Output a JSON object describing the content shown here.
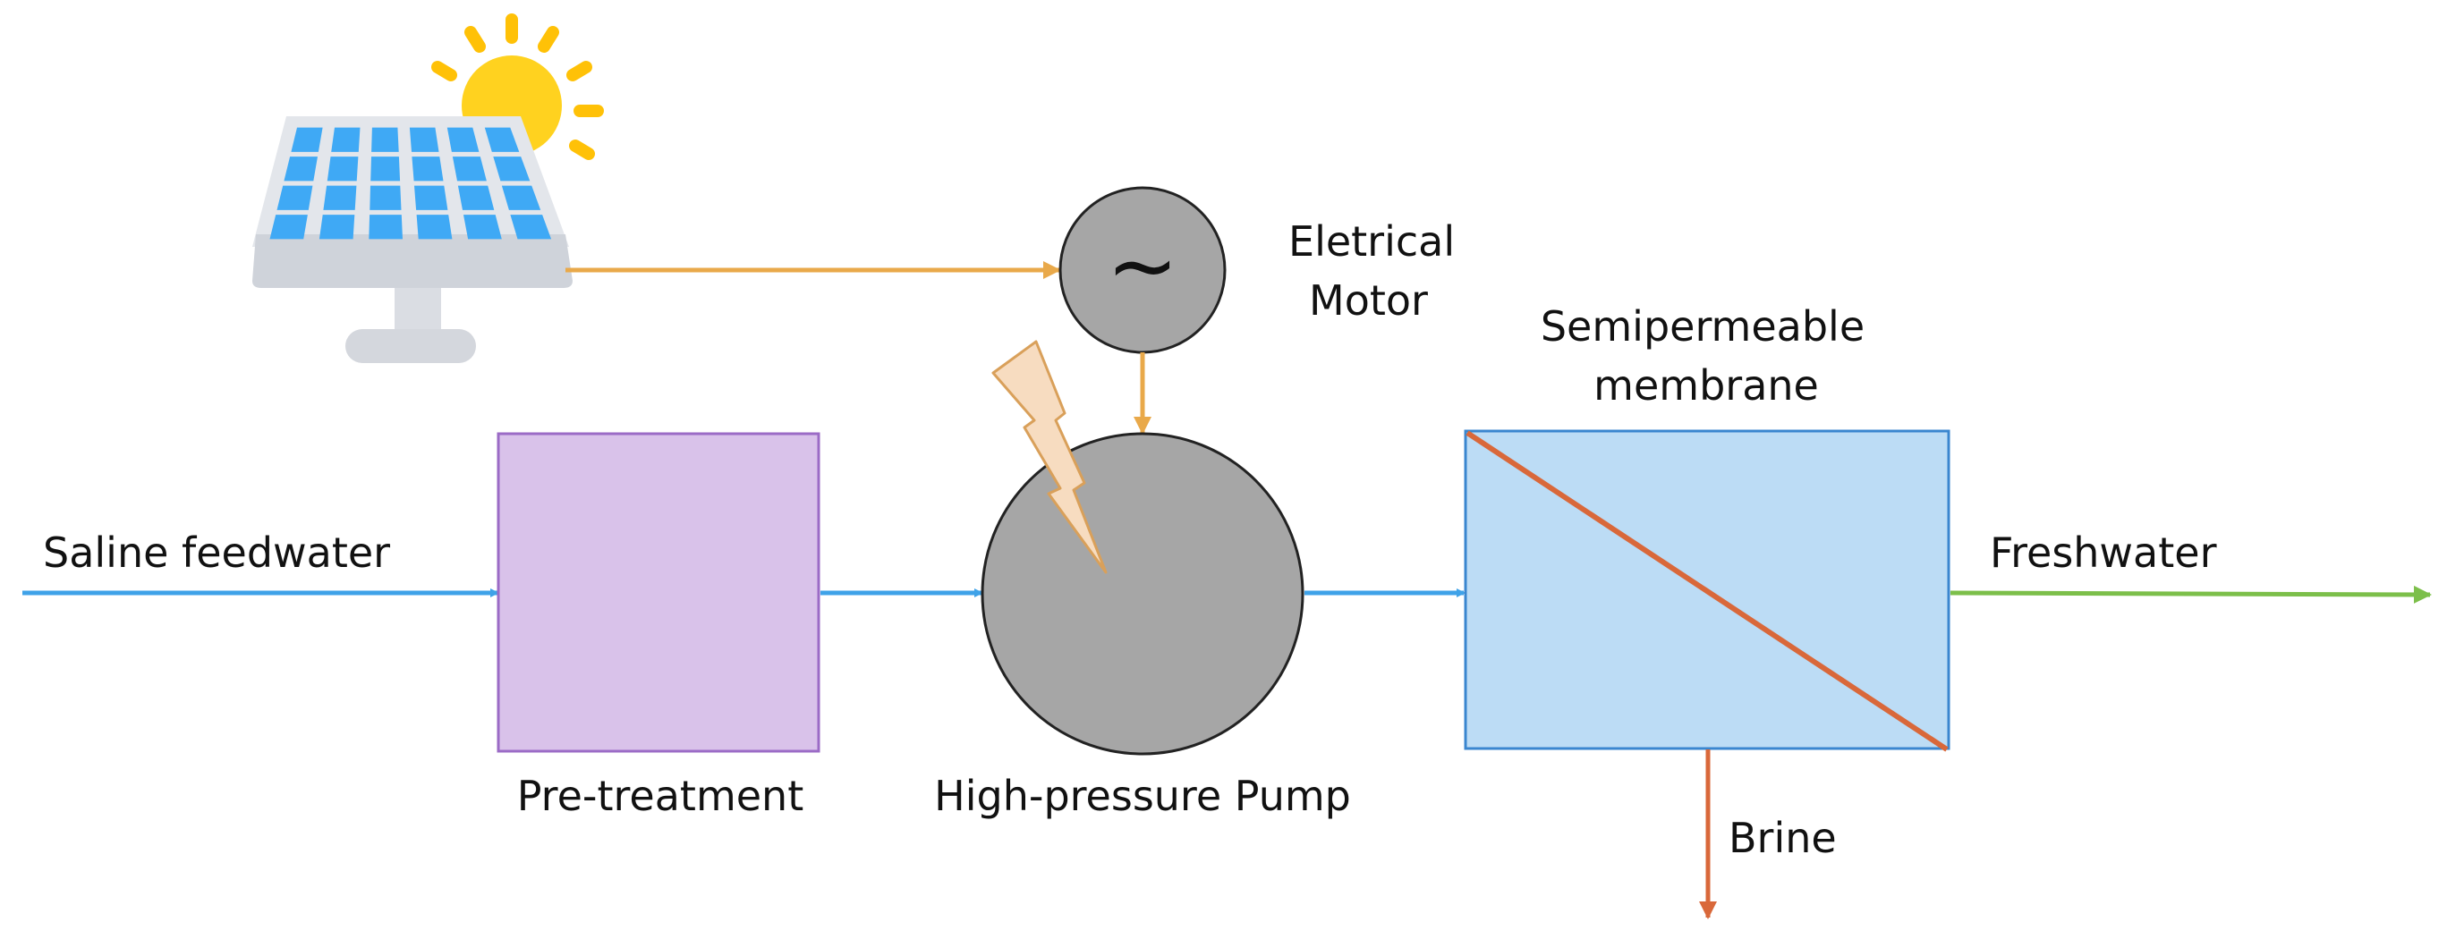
{
  "labels": {
    "saline_feedwater": "Saline feedwater",
    "pre_treatment": "Pre-treatment",
    "high_pressure_pump": "High-pressure Pump",
    "motor_line1": "Eletrical",
    "motor_line2": "Motor",
    "membrane_line1": "Semipermeable",
    "membrane_line2": "membrane",
    "freshwater": "Freshwater",
    "brine": "Brine",
    "motor_symbol": "~"
  },
  "colors": {
    "water_flow": "#3fa2e8",
    "power_flow": "#e9a94a",
    "freshwater_flow": "#7cbf4a",
    "brine_flow": "#d9683a",
    "pretreatment_fill": "#d9c2ea",
    "pretreatment_stroke": "#9b6bc6",
    "pump_fill": "#a6a6a6",
    "membrane_fill": "#bcdcf5",
    "membrane_stroke": "#3a86cf",
    "membrane_line": "#d9683a",
    "lightning_fill": "#f7dcc0",
    "lightning_stroke": "#d9a05a",
    "sun": "#ffd21f",
    "panel_cell": "#3fa9f5",
    "panel_frame": "#d4d7dd"
  },
  "icons": [
    "solar-panel-icon",
    "sun-icon",
    "lightning-bolt-icon",
    "ac-motor-icon"
  ]
}
